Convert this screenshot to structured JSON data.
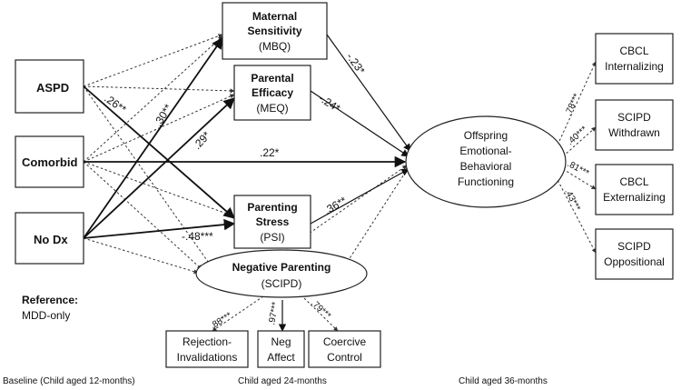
{
  "nodes": {
    "aspd": "ASPD",
    "comorbid": "Comorbid",
    "nodx": "No Dx",
    "mbq": [
      "Maternal",
      "Sensitivity",
      "(MBQ)"
    ],
    "meq": [
      "Parental",
      "Efficacy",
      "(MEQ)"
    ],
    "psi": [
      "Parenting",
      "Stress",
      "(PSI)"
    ],
    "neg": [
      "Negative Parenting",
      "(SCIPD)"
    ],
    "outcome": [
      "Offspring",
      "Emotional-",
      "Behavioral",
      "Functioning"
    ],
    "cbcl_int": [
      "CBCL",
      "Internalizing"
    ],
    "scipd_with": [
      "SCIPD",
      "Withdrawn"
    ],
    "cbcl_ext": [
      "CBCL",
      "Externalizing"
    ],
    "scipd_opp": [
      "SCIPD",
      "Oppositional"
    ],
    "rejection": [
      "Rejection-",
      "Invalidations"
    ],
    "negaffect": [
      "Neg",
      "Affect"
    ],
    "coercive": [
      "Coercive",
      "Control"
    ]
  },
  "reference": {
    "label": "Reference:",
    "value": "MDD-only"
  },
  "coefficients": {
    "aspd_psi": ".26**",
    "nodx_mbq": ".30**",
    "nodx_meq": ".29*",
    "comorbid_outcome": ".22*",
    "nodx_psi": "-.48***",
    "mbq_outcome": "-.23*",
    "meq_outcome": "-.24*",
    "psi_outcome": ".36**",
    "cbcl_int": ".78***",
    "scipd_with": ".40***",
    "cbcl_ext": ".81***",
    "scipd_opp": ".43***",
    "rejection": ".88***",
    "negaffect": ".97***",
    "coercive": ".79***"
  },
  "timepoints": {
    "baseline": "Baseline (Child aged 12-months)",
    "t24": "Child aged 24-months",
    "t36": "Child aged 36-months"
  }
}
